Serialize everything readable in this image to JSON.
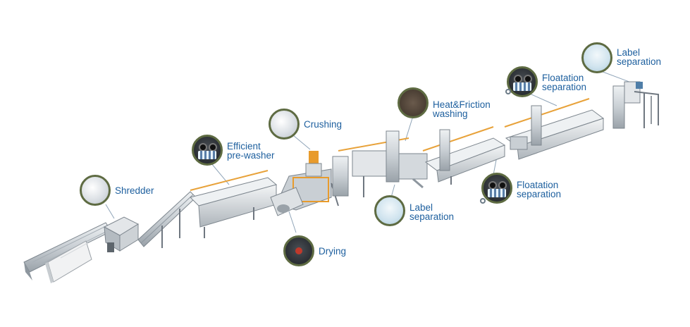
{
  "diagram": {
    "colors": {
      "label_text": "#1d5f9e",
      "bubble_ring": "#5e6b42",
      "leader_line": "#8fa4b8",
      "steel": "#c9cfd4",
      "steel_dark": "#8e979f",
      "frame": "#6f7780",
      "handrail": "#e8a23a",
      "machine_orange": "#e89b2c"
    },
    "stages": [
      {
        "id": "shredder",
        "label": "Shredder",
        "icon": "shredded-flakes-icon"
      },
      {
        "id": "pre-washer",
        "label": "Efficient\npre-washer",
        "icon": "prewasher-rotor-icon"
      },
      {
        "id": "crushing",
        "label": "Crushing",
        "icon": "crushed-flakes-icon"
      },
      {
        "id": "drying",
        "label": "Drying",
        "icon": "dryer-drum-icon"
      },
      {
        "id": "label-separation-1",
        "label": "Label\nseparation",
        "icon": "water-separation-icon"
      },
      {
        "id": "heat-friction",
        "label": "Heat&Friction\nwashing",
        "icon": "friction-washer-icon"
      },
      {
        "id": "floatation-1",
        "label": "Floatation\nseparation",
        "icon": "floatation-tank-icon"
      },
      {
        "id": "floatation-2",
        "label": "Floatation\nseparation",
        "icon": "floatation-tank-icon"
      },
      {
        "id": "label-separation-2",
        "label": "Label\nseparation",
        "icon": "water-separation-icon"
      }
    ]
  }
}
